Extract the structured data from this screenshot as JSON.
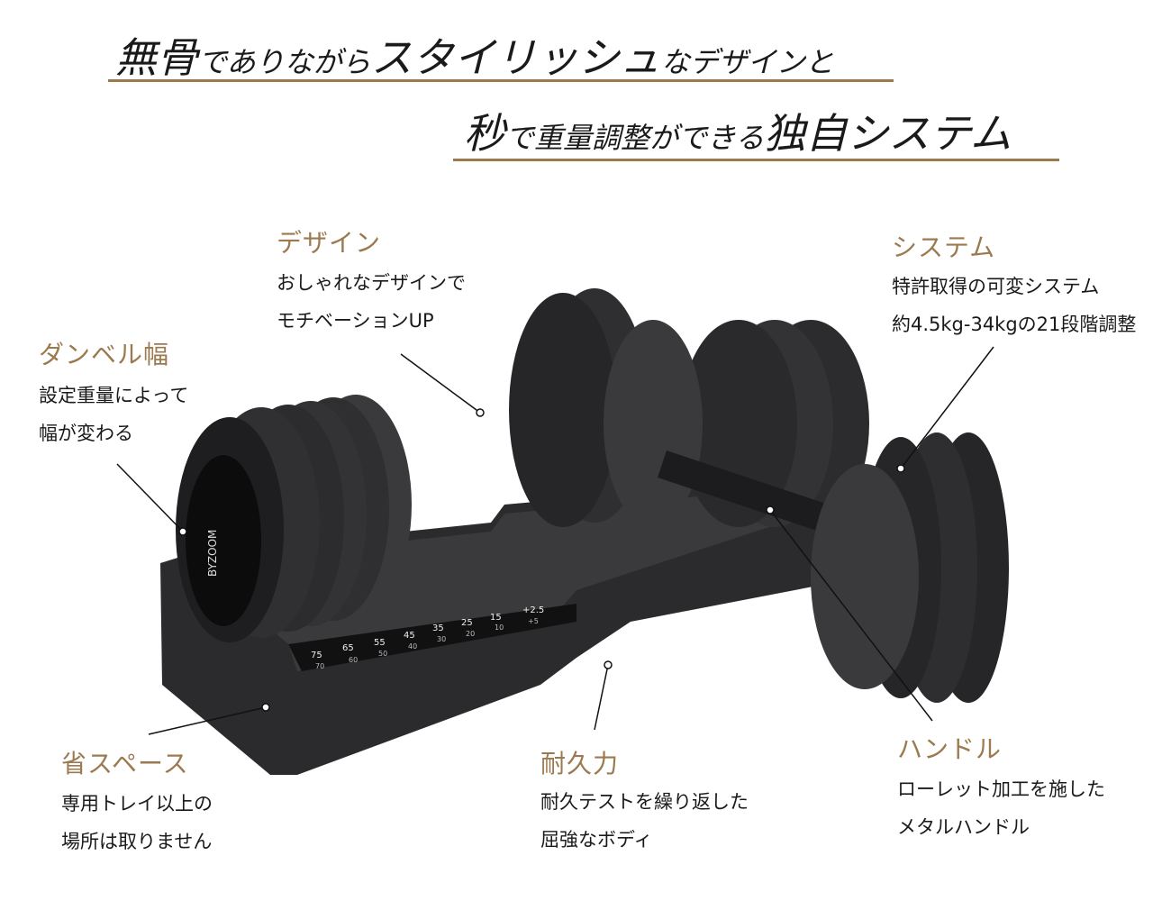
{
  "headline": {
    "line1": [
      {
        "text": "無骨",
        "size": "big"
      },
      {
        "text": "でありながら",
        "size": "small"
      },
      {
        "text": "スタイリッシュ",
        "size": "big"
      },
      {
        "text": "なデザインと",
        "size": "small"
      }
    ],
    "line2": [
      {
        "text": "秒",
        "size": "big"
      },
      {
        "text": "で重量調整ができる",
        "size": "small"
      },
      {
        "text": "独自システム",
        "size": "big"
      }
    ]
  },
  "callouts": {
    "design": {
      "label": "デザイン",
      "lines": [
        "おしゃれなデザインで",
        "モチベーションUP"
      ]
    },
    "width": {
      "label": "ダンベル幅",
      "lines": [
        "設定重量によって",
        "幅が変わる"
      ]
    },
    "system": {
      "label": "システム",
      "lines": [
        "特許取得の可変システム",
        "約4.5kg-34kgの21段階調整"
      ]
    },
    "space": {
      "label": "省スペース",
      "lines": [
        "専用トレイ以上の",
        "場所は取りません"
      ]
    },
    "durability": {
      "label": "耐久力",
      "lines": [
        "耐久テストを繰り返した",
        "屈強なボディ"
      ]
    },
    "handle": {
      "label": "ハンドル",
      "lines": [
        "ローレット加工を施した",
        "メタルハンドル"
      ]
    }
  },
  "product": {
    "logo": "BYZOOM",
    "tray_scale_lb": [
      "75",
      "65",
      "55",
      "45",
      "35",
      "25",
      "15",
      "+2.5"
    ],
    "tray_scale_kg": [
      "70",
      "60",
      "50",
      "40",
      "30",
      "20",
      "10",
      "+5"
    ]
  },
  "colors": {
    "accent": "#9c7a50",
    "text": "#1a1a1a",
    "product": "#2a2a2c"
  }
}
